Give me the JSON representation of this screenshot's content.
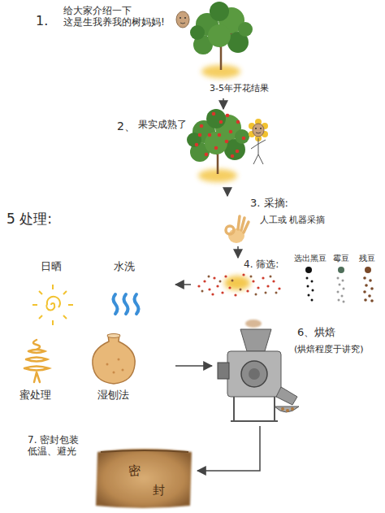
{
  "diagram": {
    "nodes": [
      {
        "text": [
          "1.",
          "给大家介绍一下 这是生我养我的树妈妈!",
          "3-5年开花结果"
        ]
      },
      {
        "text": [
          "2、",
          "果实成熟了"
        ]
      },
      {
        "text": [
          "3. 采摘:",
          "人工或 机器采摘"
        ]
      },
      {
        "text": [
          "4. 筛选:"
        ]
      },
      {
        "text": [
          "5 处理:"
        ]
      },
      {
        "text": [
          "6、烘焙",
          "(烘焙程度于讲究)"
        ]
      },
      {
        "text": [
          "7. 密封包装 低温、避光",
          "密",
          "封"
        ]
      }
    ],
    "edges": [
      {
        "from": 0,
        "to": 1,
        "arrow": "to"
      },
      {
        "from": 1,
        "to": 2,
        "arrow": "to"
      },
      {
        "from": 2,
        "to": 3,
        "arrow": "to"
      },
      {
        "from": 3,
        "to": 4,
        "arrow": "to"
      },
      {
        "from": 4,
        "to": 5,
        "arrow": "to"
      },
      {
        "from": 5,
        "to": 6,
        "arrow": "to"
      }
    ],
    "labels": [
      "选出黑豆",
      "霉豆",
      "残豆",
      "日晒",
      "水洗",
      "蜜处理",
      "湿刨法"
    ]
  }
}
